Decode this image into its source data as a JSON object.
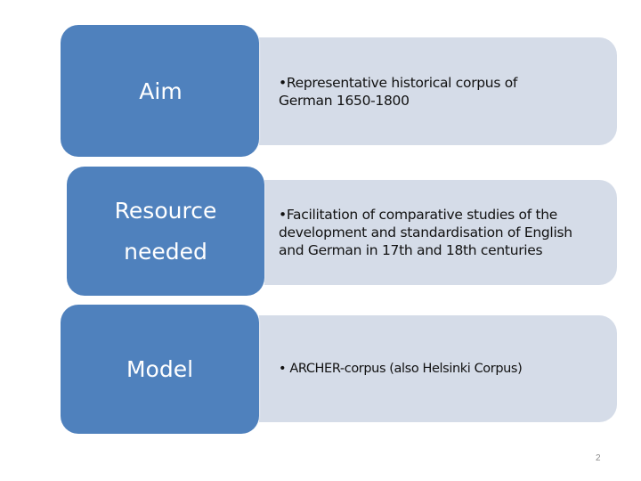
{
  "slide": {
    "rows": [
      {
        "label": "Aim",
        "text": "•Representative historical corpus of German 1650-1800"
      },
      {
        "label": "Resource needed",
        "text": "•Facilitation of comparative studies of the development and standardisation of English and German in 17th and 18th centuries"
      },
      {
        "label": "Model",
        "text": "• ARCHER-corpus (also  Helsinki Corpus)"
      }
    ],
    "page_number": "2",
    "colors": {
      "label_box": "#4f81bd",
      "content_box": "#d5dce8",
      "label_text": "#ffffff",
      "content_text": "#111111"
    }
  }
}
